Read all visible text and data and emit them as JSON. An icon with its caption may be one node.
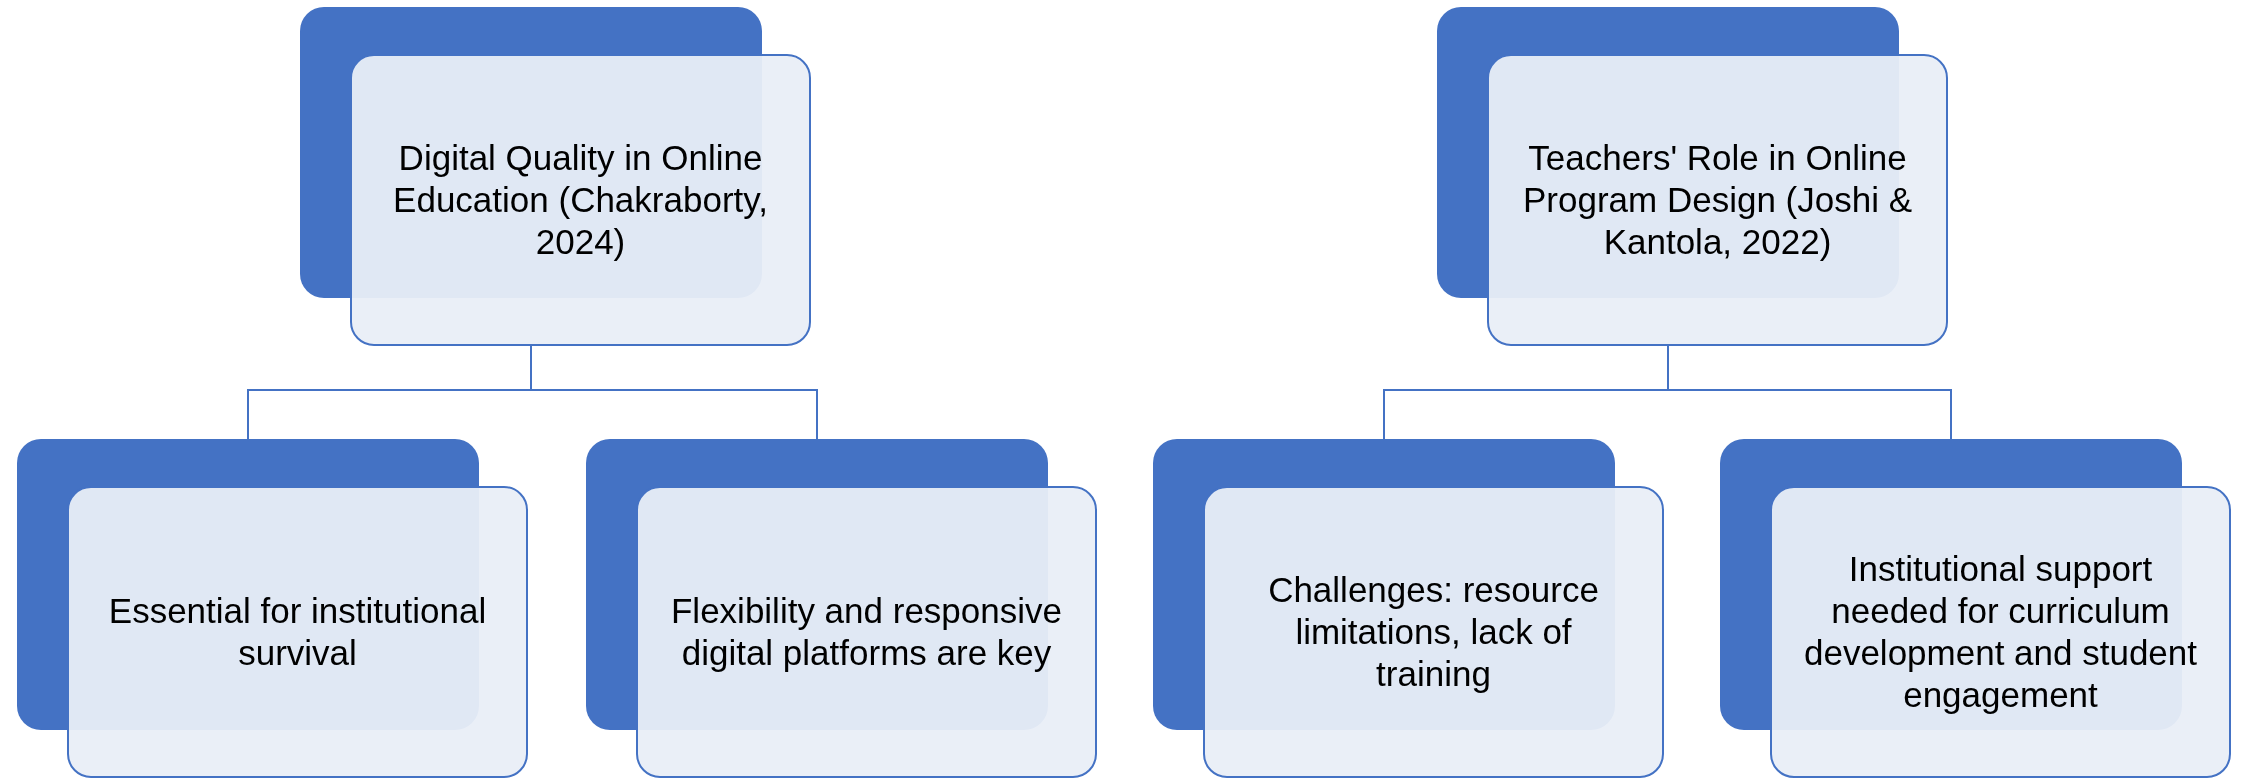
{
  "diagram": {
    "nodes": [
      {
        "text": [
          "Digital Quality in Online Education (Chakraborty, 2024)"
        ]
      },
      {
        "text": [
          "Essential for institutional survival"
        ]
      },
      {
        "text": [
          "Flexibility and responsive digital platforms are key"
        ]
      },
      {
        "text": [
          "Teachers' Role in Online Program Design (Joshi & Kantola, 2022)"
        ]
      },
      {
        "text": [
          "Challenges: resource limitations, lack of training"
        ]
      },
      {
        "text": [
          "Institutional support needed for curriculum development and student engagement"
        ]
      }
    ],
    "edges": [
      {
        "from": 0,
        "to": 1,
        "arrow": "none"
      },
      {
        "from": 0,
        "to": 2,
        "arrow": "none"
      },
      {
        "from": 3,
        "to": 4,
        "arrow": "none"
      },
      {
        "from": 3,
        "to": 5,
        "arrow": "none"
      }
    ]
  }
}
